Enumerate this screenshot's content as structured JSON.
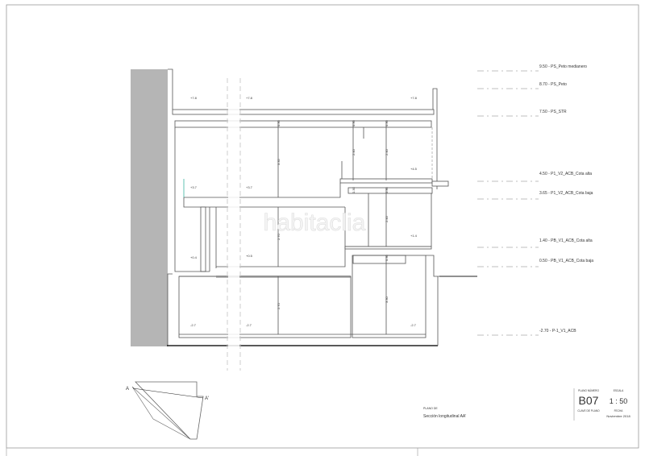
{
  "drawing": {
    "levels": [
      {
        "label": "9.50 - PS_Peto medianero"
      },
      {
        "label": "8.70 - PS_Peto"
      },
      {
        "label": "7.50 - PS_STR"
      },
      {
        "label": "4.50 - P1_V2_ACB_Cota alta"
      },
      {
        "label": "3.65 - P1_V2_ACB_Cota baja"
      },
      {
        "label": "1.40 - PB_V1_ACB_Cota alta"
      },
      {
        "label": "0.50 - PB_V1_ACB_Cota baja"
      },
      {
        "label": "-2.70 - P-1_V1_ACB"
      }
    ],
    "spot_levels": [
      "+7.8",
      "+7.8",
      "+7.8",
      "+4.5",
      "+3.7",
      "+3.7",
      "+1.4",
      "+0.4",
      "+0.5",
      "-2.7",
      "-2.7",
      "-2.7"
    ],
    "dimensions": [
      "0.30",
      "3.35",
      "0.30",
      "2.40",
      "0.30",
      "2.40",
      "0.30",
      "0.30",
      "2.40",
      "2.70",
      "0.30",
      "2.70",
      "3.30"
    ],
    "section_marks": [
      "A",
      "A'"
    ],
    "watermark": "habitaclia"
  },
  "title_block": {
    "plan_of_label": "PLANO DE",
    "plan_title": "Sección longitudinal AA'",
    "plan_number_label": "PLANO NÚMERO",
    "plan_number": "B07",
    "plan_key_label": "CLAVE DE PLANO",
    "scale_label": "ESCALA",
    "scale": "1 : 50",
    "date_label": "FECHA",
    "date": "Noviembre 2018"
  },
  "colors": {
    "wall_fill": "#b5b5b5",
    "line": "#555555",
    "accent_marker": "#3cb4a0"
  }
}
